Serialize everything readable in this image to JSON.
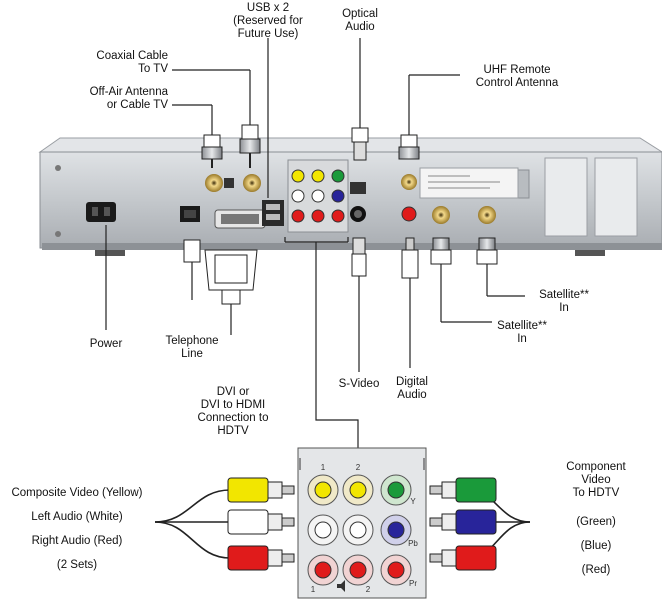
{
  "labels": {
    "usb": [
      "USB x 2",
      "(Reserved for",
      "Future Use)"
    ],
    "optical": [
      "Optical",
      "Audio"
    ],
    "coax": [
      "Coaxial Cable",
      "To TV"
    ],
    "antenna": [
      "Off-Air Antenna",
      "or Cable TV"
    ],
    "uhf": [
      "UHF Remote",
      "Control Antenna"
    ],
    "power": [
      "Power"
    ],
    "telephone": [
      "Telephone",
      "Line"
    ],
    "dvi": [
      "DVI or",
      "DVI to HDMI",
      "Connection to",
      "HDTV"
    ],
    "svideo": [
      "S-Video"
    ],
    "digital": [
      "Digital",
      "Audio"
    ],
    "sat1": [
      "Satellite**",
      "In"
    ],
    "sat2": [
      "Satellite**",
      "In"
    ],
    "composite": [
      "Composite Video (Yellow)",
      "Left Audio (White)",
      "Right Audio (Red)",
      "(2 Sets)"
    ],
    "component": [
      "Component",
      "Video",
      "To HDTV",
      "(Green)",
      "(Blue)",
      "(Red)"
    ]
  },
  "panel": {
    "mini_labels": [
      "1",
      "2",
      "Y",
      "Pb",
      "Pr",
      "1",
      "2"
    ]
  },
  "colors": {
    "yellow": "#f2e600",
    "white": "#ffffff",
    "red": "#e01b1b",
    "green": "#1a9a3a",
    "blue": "#28249a",
    "chassis": "#c9ccd0"
  }
}
